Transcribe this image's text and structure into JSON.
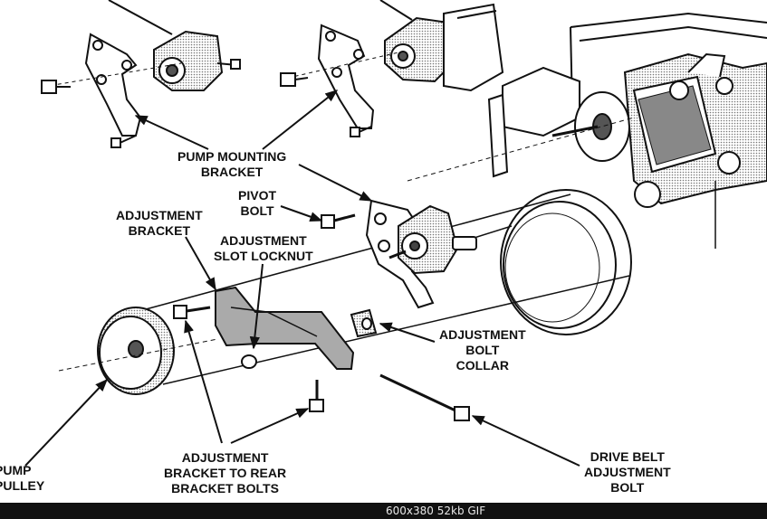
{
  "labels": {
    "pump_mounting_bracket": [
      "PUMP MOUNTING",
      "BRACKET"
    ],
    "pivot_bolt": [
      "PIVOT",
      "BOLT"
    ],
    "adjustment_bracket": [
      "ADJUSTMENT",
      "BRACKET"
    ],
    "adjustment_slot_locknut": [
      "ADJUSTMENT",
      "SLOT LOCKNUT"
    ],
    "adjustment_bolt_collar": [
      "ADJUSTMENT",
      "BOLT",
      "COLLAR"
    ],
    "pump_pulley": [
      "PUMP",
      "PULLEY"
    ],
    "adjustment_bracket_to_rear_bracket_bolts": [
      "ADJUSTMENT",
      "BRACKET TO REAR",
      "BRACKET BOLTS"
    ],
    "drive_belt_adjustment_bolt": [
      "DRIVE BELT",
      "ADJUSTMENT",
      "BOLT"
    ]
  },
  "status_bar": {
    "text": "600x380  52kb  GIF"
  },
  "colors": {
    "line": "#111111",
    "shade": "#8c8c8c",
    "status_bg": "#111111",
    "status_text": "#e8e8e8"
  }
}
